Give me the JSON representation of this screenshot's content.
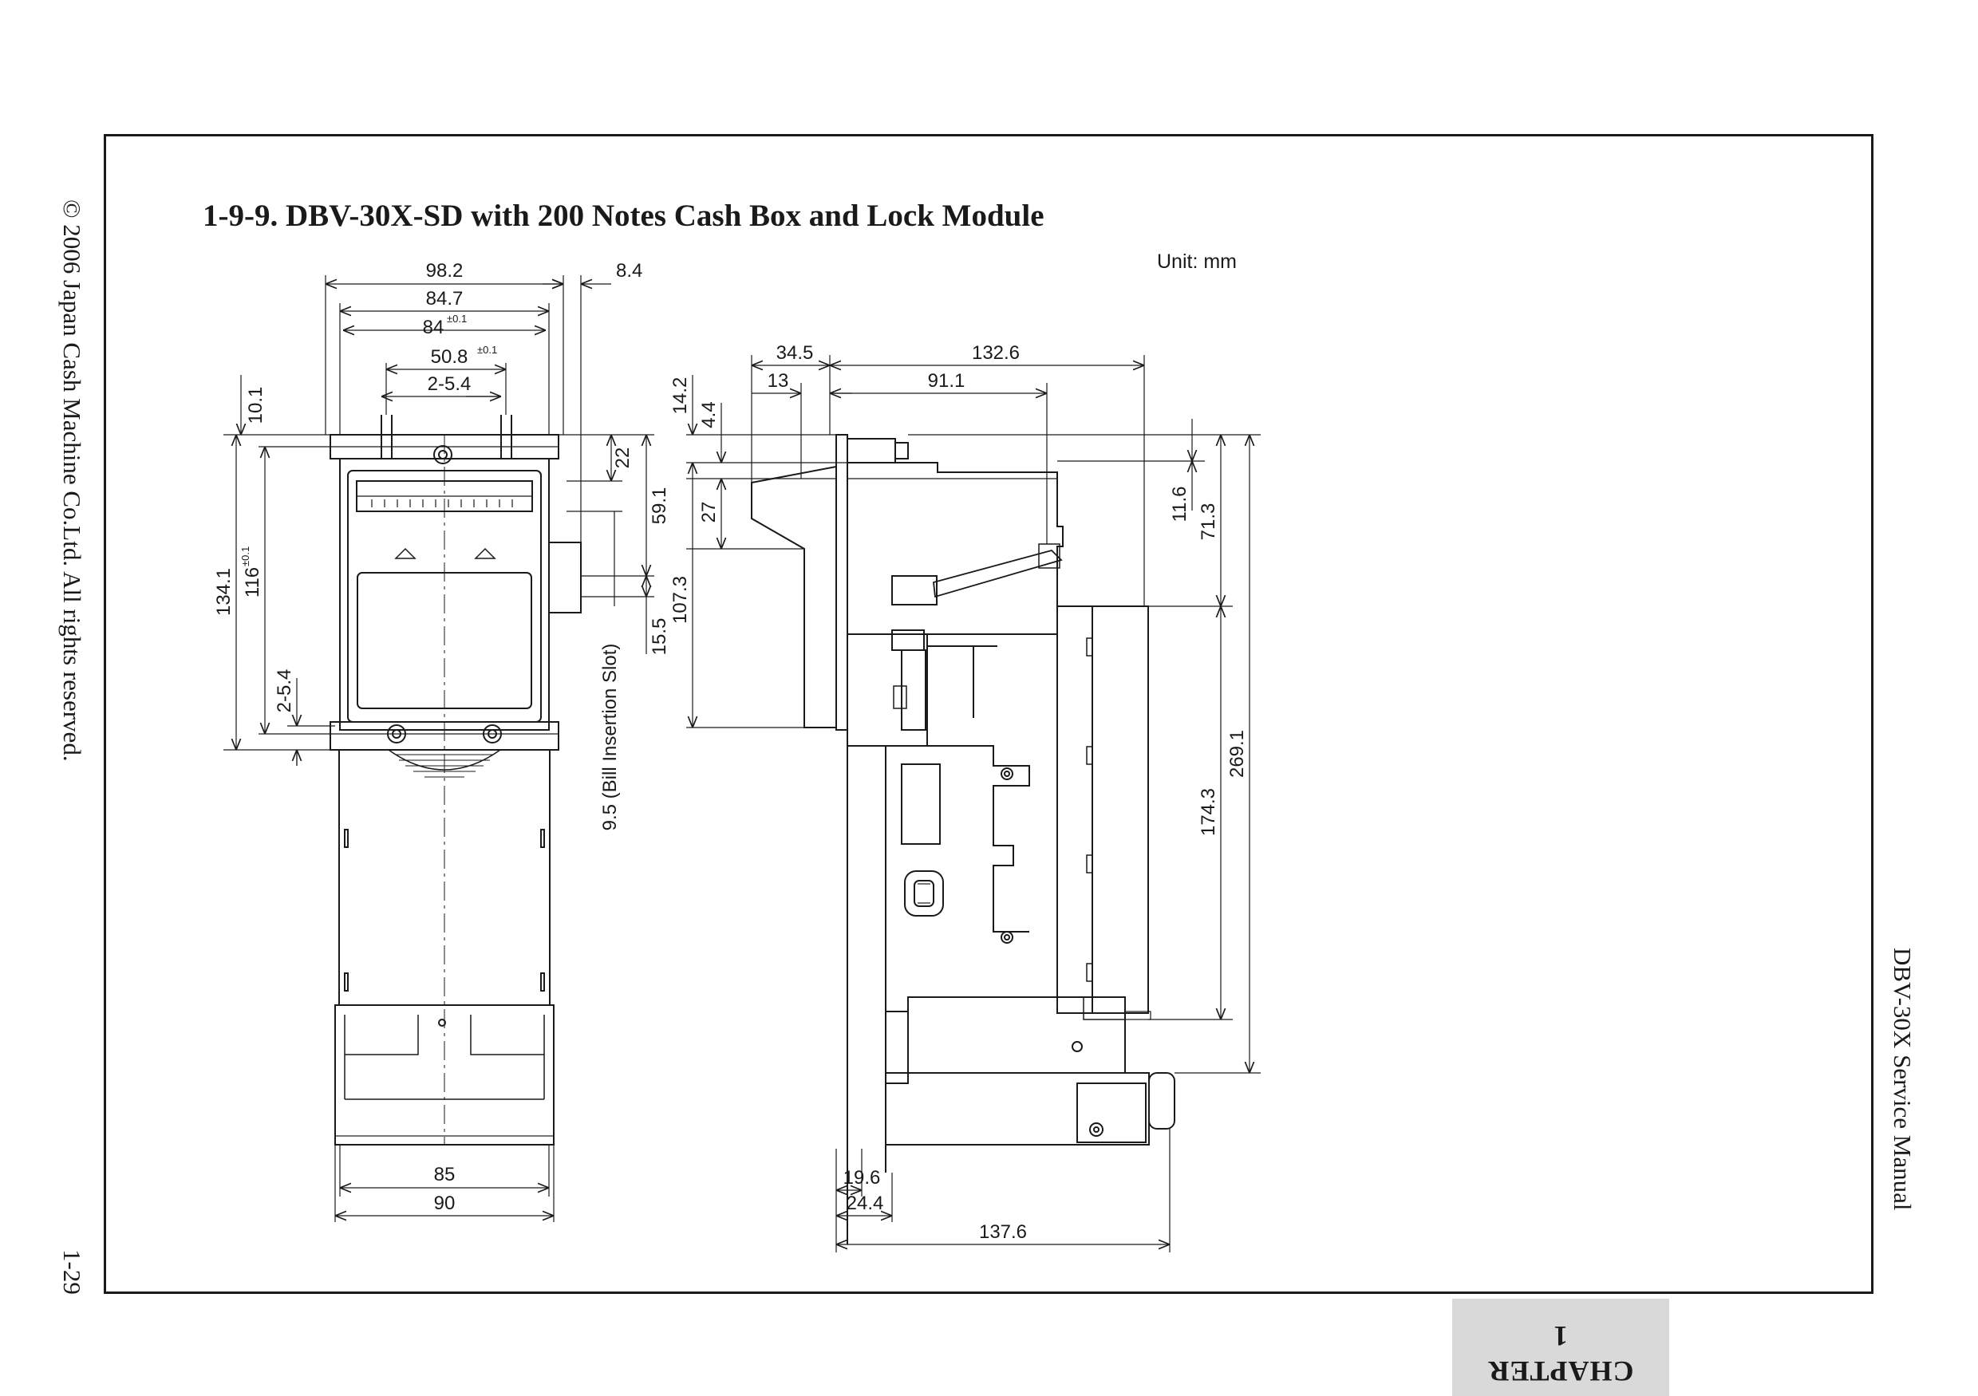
{
  "title": "1-9-9. DBV-30X-SD with 200 Notes Cash Box and Lock Module",
  "unit": "Unit: mm",
  "copyright": "© 2006 Japan Cash Machine Co.Ltd. All rights reserved.",
  "manual_name": "DBV-30X Service Manual",
  "page_number": "1-29",
  "chapter": {
    "word": "CHAPTER",
    "number": "1"
  },
  "front_view": {
    "dims": {
      "w98_2": "98.2",
      "w84_7": "84.7",
      "w84": "84",
      "tol_84": "±0.1",
      "w50_8": "50.8",
      "tol_50_8": "±0.1",
      "slots_top": "2-5.4",
      "w8_4": "8.4",
      "h10_1": "10.1",
      "h134_1": "134.1",
      "h116": "116",
      "tol_116": "±0.1",
      "slots_bottom": "2-5.4",
      "h22": "22",
      "h59_1": "59.1",
      "h15_5": "15.5",
      "slot_label": "9.5 (Bill Insertion Slot)",
      "w85": "85",
      "w90": "90"
    }
  },
  "side_view": {
    "dims": {
      "w34_5": "34.5",
      "w132_6": "132.6",
      "w13": "13",
      "w91_1": "91.1",
      "h14_2": "14.2",
      "h4_4": "4.4",
      "h27": "27",
      "h107_3": "107.3",
      "h11_6": "11.6",
      "h71_3": "71.3",
      "h174_3": "174.3",
      "h269_1": "269.1",
      "w19_6": "19.6",
      "w24_4": "24.4",
      "w137_6": "137.6"
    }
  }
}
